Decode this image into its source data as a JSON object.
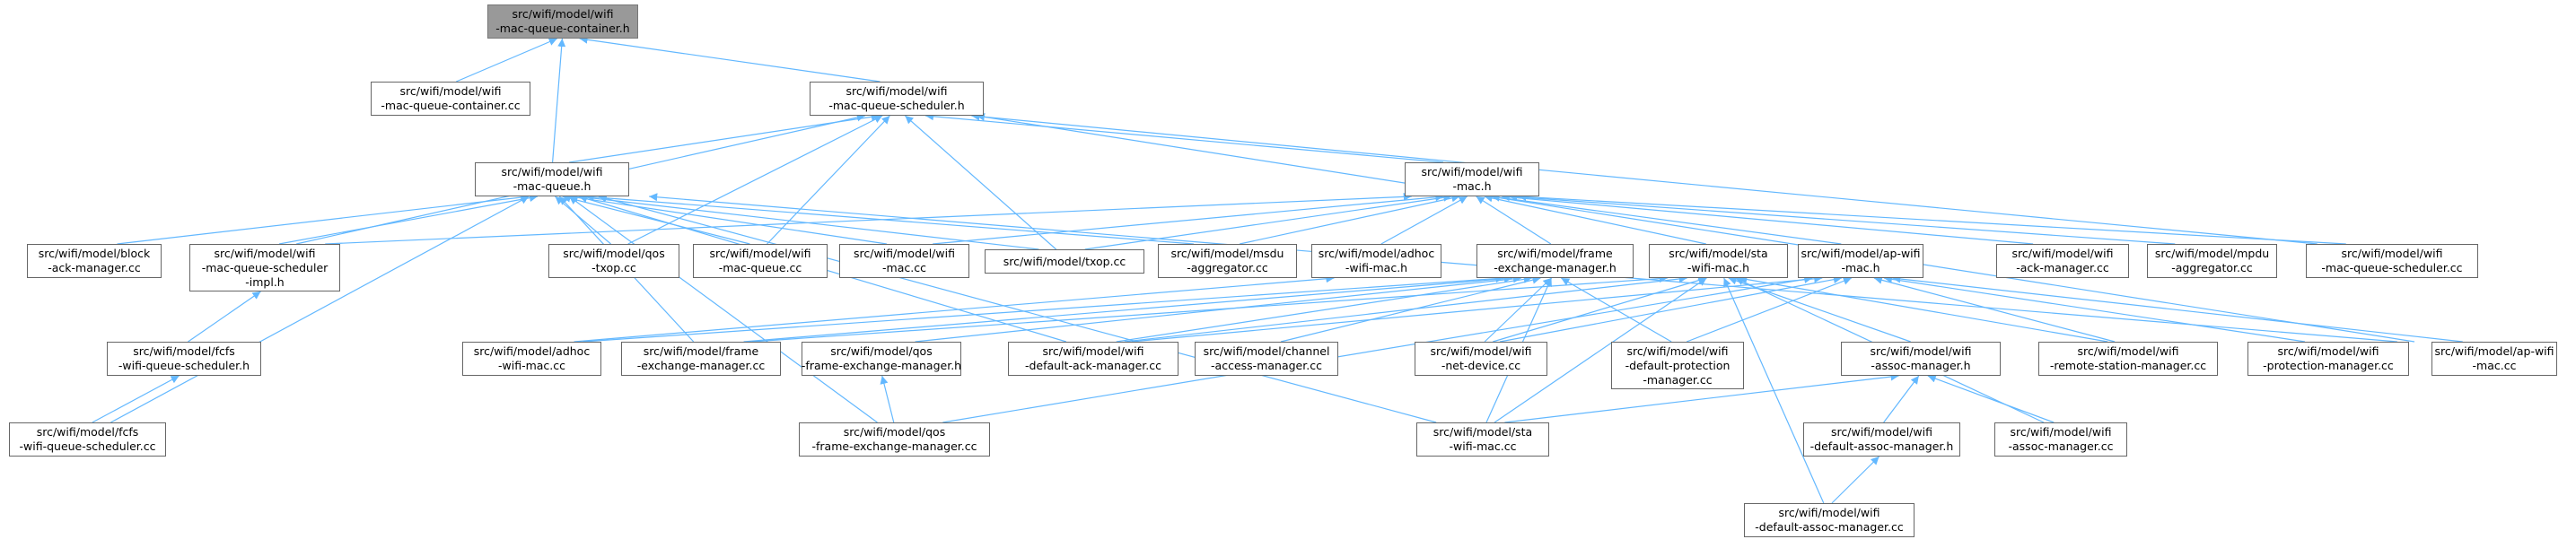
{
  "graph": {
    "edge_color": "#63b8ff",
    "root_fill": "#999999",
    "node_border": "#666666",
    "nodes": [
      {
        "id": "n0",
        "root": true,
        "lines": [
          "src/wifi/model/wifi",
          "-mac-queue-container.h"
        ]
      },
      {
        "id": "n1",
        "lines": [
          "src/wifi/model/wifi",
          "-mac-queue-container.cc"
        ]
      },
      {
        "id": "n2",
        "lines": [
          "src/wifi/model/wifi",
          "-mac-queue-scheduler.h"
        ]
      },
      {
        "id": "n3",
        "lines": [
          "src/wifi/model/wifi",
          "-mac-queue.h"
        ]
      },
      {
        "id": "n4",
        "lines": [
          "src/wifi/model/wifi",
          "-mac.h"
        ]
      },
      {
        "id": "n5",
        "lines": [
          "src/wifi/model/block",
          "-ack-manager.cc"
        ]
      },
      {
        "id": "n6",
        "lines": [
          "src/wifi/model/wifi",
          "-mac-queue-scheduler",
          "-impl.h"
        ]
      },
      {
        "id": "n7",
        "lines": [
          "src/wifi/model/qos",
          "-txop.cc"
        ]
      },
      {
        "id": "n8",
        "lines": [
          "src/wifi/model/wifi",
          "-mac-queue.cc"
        ]
      },
      {
        "id": "n9",
        "lines": [
          "src/wifi/model/wifi",
          "-mac.cc"
        ]
      },
      {
        "id": "n10",
        "lines": [
          "src/wifi/model/txop.cc"
        ]
      },
      {
        "id": "n11",
        "lines": [
          "src/wifi/model/msdu",
          "-aggregator.cc"
        ]
      },
      {
        "id": "n12",
        "lines": [
          "src/wifi/model/adhoc",
          "-wifi-mac.h"
        ]
      },
      {
        "id": "n13",
        "lines": [
          "src/wifi/model/frame",
          "-exchange-manager.h"
        ]
      },
      {
        "id": "n14",
        "lines": [
          "src/wifi/model/sta",
          "-wifi-mac.h"
        ]
      },
      {
        "id": "n15",
        "lines": [
          "src/wifi/model/ap-wifi",
          "-mac.h"
        ]
      },
      {
        "id": "n16",
        "lines": [
          "src/wifi/model/wifi",
          "-ack-manager.cc"
        ]
      },
      {
        "id": "n17",
        "lines": [
          "src/wifi/model/mpdu",
          "-aggregator.cc"
        ]
      },
      {
        "id": "n18",
        "lines": [
          "src/wifi/model/wifi",
          "-mac-queue-scheduler.cc"
        ]
      },
      {
        "id": "n19",
        "lines": [
          "src/wifi/model/fcfs",
          "-wifi-queue-scheduler.h"
        ]
      },
      {
        "id": "n20",
        "lines": [
          "src/wifi/model/fcfs",
          "-wifi-queue-scheduler.cc"
        ]
      },
      {
        "id": "n21",
        "lines": [
          "src/wifi/model/adhoc",
          "-wifi-mac.cc"
        ]
      },
      {
        "id": "n22",
        "lines": [
          "src/wifi/model/frame",
          "-exchange-manager.cc"
        ]
      },
      {
        "id": "n23",
        "lines": [
          "src/wifi/model/qos",
          "-frame-exchange-manager.h"
        ]
      },
      {
        "id": "n24",
        "lines": [
          "src/wifi/model/wifi",
          "-default-ack-manager.cc"
        ]
      },
      {
        "id": "n25",
        "lines": [
          "src/wifi/model/channel",
          "-access-manager.cc"
        ]
      },
      {
        "id": "n26",
        "lines": [
          "src/wifi/model/wifi",
          "-net-device.cc"
        ]
      },
      {
        "id": "n27",
        "lines": [
          "src/wifi/model/wifi",
          "-default-protection",
          "-manager.cc"
        ]
      },
      {
        "id": "n28",
        "lines": [
          "src/wifi/model/wifi",
          "-assoc-manager.h"
        ]
      },
      {
        "id": "n29",
        "lines": [
          "src/wifi/model/wifi",
          "-remote-station-manager.cc"
        ]
      },
      {
        "id": "n30",
        "lines": [
          "src/wifi/model/wifi",
          "-protection-manager.cc"
        ]
      },
      {
        "id": "n31",
        "lines": [
          "src/wifi/model/ap-wifi",
          "-mac.cc"
        ]
      },
      {
        "id": "n32",
        "lines": [
          "src/wifi/model/qos",
          "-frame-exchange-manager.cc"
        ]
      },
      {
        "id": "n33",
        "lines": [
          "src/wifi/model/sta",
          "-wifi-mac.cc"
        ]
      },
      {
        "id": "n34",
        "lines": [
          "src/wifi/model/wifi",
          "-default-assoc-manager.h"
        ]
      },
      {
        "id": "n35",
        "lines": [
          "src/wifi/model/wifi",
          "-assoc-manager.cc"
        ]
      },
      {
        "id": "n36",
        "lines": [
          "src/wifi/model/wifi",
          "-default-assoc-manager.cc"
        ]
      }
    ],
    "edges": [
      [
        "n1",
        "n0"
      ],
      [
        "n2",
        "n0"
      ],
      [
        "n3",
        "n0"
      ],
      [
        "n3",
        "n2"
      ],
      [
        "n4",
        "n2"
      ],
      [
        "n6",
        "n2"
      ],
      [
        "n7",
        "n2"
      ],
      [
        "n8",
        "n2"
      ],
      [
        "n10",
        "n2"
      ],
      [
        "n18",
        "n2"
      ],
      [
        "n31",
        "n2"
      ],
      [
        "n5",
        "n3"
      ],
      [
        "n6",
        "n3"
      ],
      [
        "n7",
        "n3"
      ],
      [
        "n8",
        "n3"
      ],
      [
        "n9",
        "n3"
      ],
      [
        "n10",
        "n3"
      ],
      [
        "n11",
        "n3"
      ],
      [
        "n20",
        "n3"
      ],
      [
        "n22",
        "n3"
      ],
      [
        "n24",
        "n3"
      ],
      [
        "n32",
        "n3"
      ],
      [
        "n33",
        "n3"
      ],
      [
        "n31",
        "n3"
      ],
      [
        "n6",
        "n4"
      ],
      [
        "n9",
        "n4"
      ],
      [
        "n10",
        "n4"
      ],
      [
        "n11",
        "n4"
      ],
      [
        "n12",
        "n4"
      ],
      [
        "n13",
        "n4"
      ],
      [
        "n14",
        "n4"
      ],
      [
        "n15",
        "n4"
      ],
      [
        "n16",
        "n4"
      ],
      [
        "n17",
        "n4"
      ],
      [
        "n18",
        "n4"
      ],
      [
        "n19",
        "n6"
      ],
      [
        "n20",
        "n19"
      ],
      [
        "n21",
        "n12"
      ],
      [
        "n21",
        "n13"
      ],
      [
        "n22",
        "n13"
      ],
      [
        "n23",
        "n13"
      ],
      [
        "n24",
        "n13"
      ],
      [
        "n25",
        "n13"
      ],
      [
        "n26",
        "n13"
      ],
      [
        "n27",
        "n13"
      ],
      [
        "n33",
        "n13"
      ],
      [
        "n22",
        "n14"
      ],
      [
        "n24",
        "n14"
      ],
      [
        "n26",
        "n14"
      ],
      [
        "n28",
        "n14"
      ],
      [
        "n29",
        "n14"
      ],
      [
        "n33",
        "n14"
      ],
      [
        "n35",
        "n14"
      ],
      [
        "n36",
        "n14"
      ],
      [
        "n24",
        "n15"
      ],
      [
        "n26",
        "n15"
      ],
      [
        "n27",
        "n15"
      ],
      [
        "n29",
        "n15"
      ],
      [
        "n30",
        "n15"
      ],
      [
        "n31",
        "n15"
      ],
      [
        "n32",
        "n15"
      ],
      [
        "n32",
        "n23"
      ],
      [
        "n33",
        "n28"
      ],
      [
        "n34",
        "n28"
      ],
      [
        "n35",
        "n28"
      ],
      [
        "n36",
        "n34"
      ]
    ]
  }
}
